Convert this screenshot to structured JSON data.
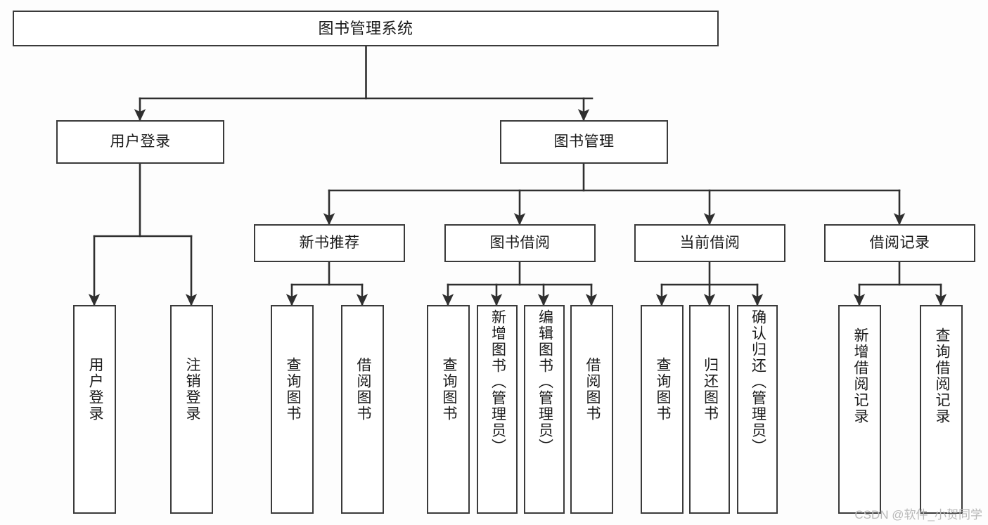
{
  "diagram": {
    "title": "图书管理系统",
    "type": "tree",
    "background_color": "#fdfdfd",
    "box_border_color": "#3a3a3a",
    "connector_color": "#2f2f2f",
    "text_color": "#1a1a1a",
    "root": {
      "label": "图书管理系统"
    },
    "level2": [
      {
        "id": "user-login",
        "label": "用户登录"
      },
      {
        "id": "book-management",
        "label": "图书管理"
      }
    ],
    "level3": [
      {
        "id": "new-book-recommend",
        "label": "新书推荐"
      },
      {
        "id": "book-borrow",
        "label": "图书借阅"
      },
      {
        "id": "current-borrow",
        "label": "当前借阅"
      },
      {
        "id": "borrow-record",
        "label": "借阅记录"
      }
    ],
    "leaves": [
      {
        "id": "leaf-user-login",
        "label": "用户登录",
        "parent": "user-login"
      },
      {
        "id": "leaf-logout-login",
        "label": "注销登录",
        "parent": "user-login"
      },
      {
        "id": "leaf-query-book-1",
        "label": "查询图书",
        "parent": "new-book-recommend"
      },
      {
        "id": "leaf-borrow-book-1",
        "label": "借阅图书",
        "parent": "new-book-recommend"
      },
      {
        "id": "leaf-query-book-2",
        "label": "查询图书",
        "parent": "book-borrow"
      },
      {
        "id": "leaf-add-book",
        "label": "新增图书（管理员）",
        "parent": "book-borrow"
      },
      {
        "id": "leaf-edit-book",
        "label": "编辑图书（管理员）",
        "parent": "book-borrow"
      },
      {
        "id": "leaf-borrow-book-2",
        "label": "借阅图书",
        "parent": "book-borrow"
      },
      {
        "id": "leaf-query-book-3",
        "label": "查询图书",
        "parent": "current-borrow"
      },
      {
        "id": "leaf-return-book",
        "label": "归还图书",
        "parent": "current-borrow"
      },
      {
        "id": "leaf-confirm-return",
        "label": "确认归还（管理员）",
        "parent": "current-borrow"
      },
      {
        "id": "leaf-add-record",
        "label": "新增借阅记录",
        "parent": "borrow-record"
      },
      {
        "id": "leaf-query-record",
        "label": "查询借阅记录",
        "parent": "borrow-record"
      }
    ]
  },
  "watermark": {
    "text": "CSDN @软件_小贺同学"
  }
}
